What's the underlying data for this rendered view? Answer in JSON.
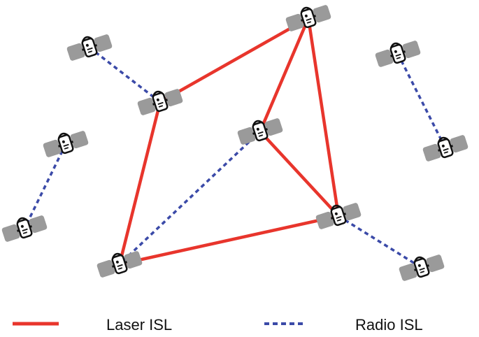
{
  "legend": {
    "laser_label": "Laser ISL",
    "radio_label": "Radio ISL"
  },
  "colors": {
    "laser": "#e8352c",
    "radio": "#3b4aa8",
    "satellite_panel": "#9a9a9a",
    "satellite_outline": "#111111",
    "satellite_body": "#ffffff",
    "background": "#ffffff"
  },
  "icons": {
    "satellite": "satellite-icon"
  },
  "network": {
    "satellites": [
      "sat-a",
      "sat-b",
      "sat-c",
      "sat-d",
      "sat-e",
      "sat-f",
      "sat-g",
      "sat-h",
      "sat-i",
      "sat-j",
      "sat-k",
      "sat-l"
    ],
    "laser_links": [
      [
        "sat-b",
        "sat-c"
      ],
      [
        "sat-c",
        "sat-e"
      ],
      [
        "sat-c",
        "sat-f"
      ],
      [
        "sat-b",
        "sat-g"
      ],
      [
        "sat-e",
        "sat-f"
      ],
      [
        "sat-g",
        "sat-f"
      ]
    ],
    "radio_links": [
      [
        "sat-a",
        "sat-b"
      ],
      [
        "sat-d",
        "sat-h"
      ],
      [
        "sat-e",
        "sat-g"
      ],
      [
        "sat-i",
        "sat-j"
      ],
      [
        "sat-f",
        "sat-k"
      ]
    ]
  }
}
